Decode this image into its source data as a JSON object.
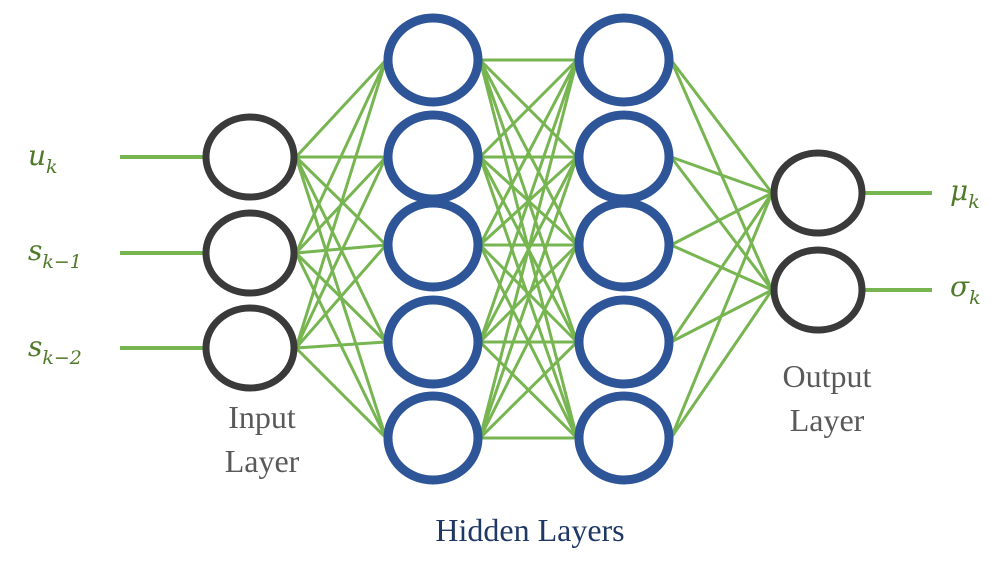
{
  "colors": {
    "edge": "#77b551",
    "input_node": "#3a3a3a",
    "hidden_node": "#2e5597",
    "output_node": "#3a3a3a",
    "layer_label": "#595959",
    "hidden_label": "#1f3864",
    "math_label": "#4f7a2a"
  },
  "inputs": [
    {
      "base": "u",
      "sub": "k"
    },
    {
      "base": "s",
      "sub": "k−1"
    },
    {
      "base": "s",
      "sub": "k−2"
    }
  ],
  "outputs": [
    {
      "base": "μ",
      "sub": "k"
    },
    {
      "base": "σ",
      "sub": "k"
    }
  ],
  "labels": {
    "input_line1": "Input",
    "input_line2": "Layer",
    "output_line1": "Output",
    "output_line2": "Layer",
    "hidden": "Hidden Layers"
  },
  "layers": [
    {
      "name": "input",
      "nodes": 3
    },
    {
      "name": "hidden-1",
      "nodes": 5
    },
    {
      "name": "hidden-2",
      "nodes": 5
    },
    {
      "name": "output",
      "nodes": 2
    }
  ]
}
